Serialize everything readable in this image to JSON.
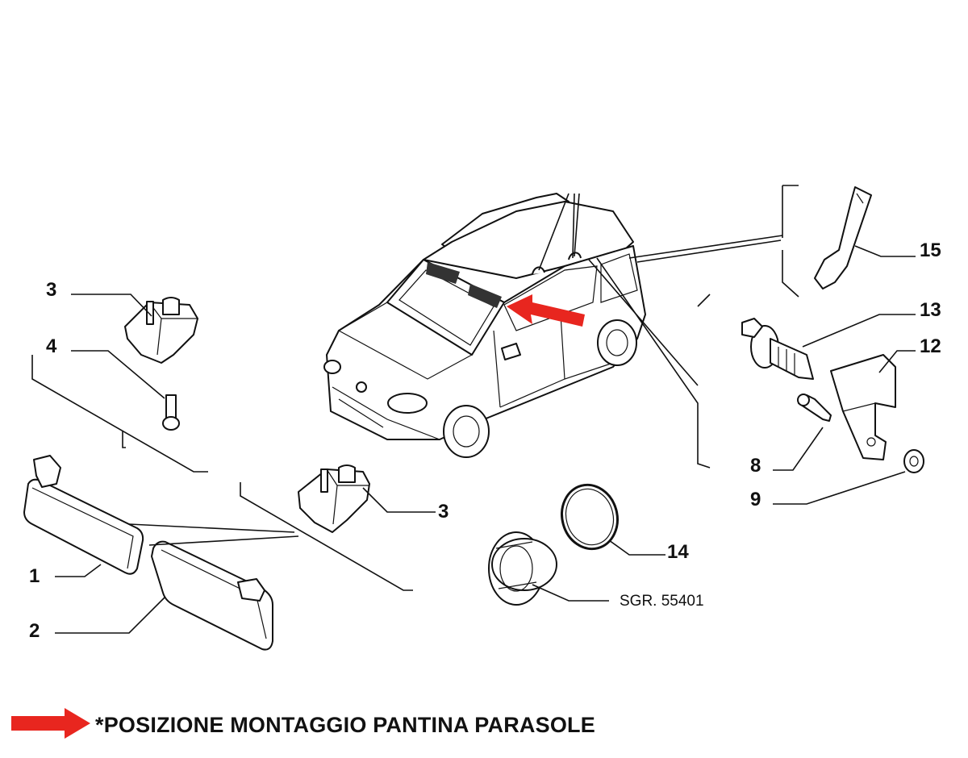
{
  "diagram": {
    "part_numbers": {
      "p1": "1",
      "p2": "2",
      "p3_top": "3",
      "p3_bottom": "3",
      "p4": "4",
      "p8": "8",
      "p9": "9",
      "p12": "12",
      "p13": "13",
      "p14": "14",
      "p15": "15"
    },
    "reference_code": "SGR. 55401",
    "legend_caption": "*POSIZIONE MONTAGGIO PANTINA PARASOLE",
    "colors": {
      "line": "#111111",
      "arrow": "#e8261f",
      "background": "#ffffff"
    }
  }
}
